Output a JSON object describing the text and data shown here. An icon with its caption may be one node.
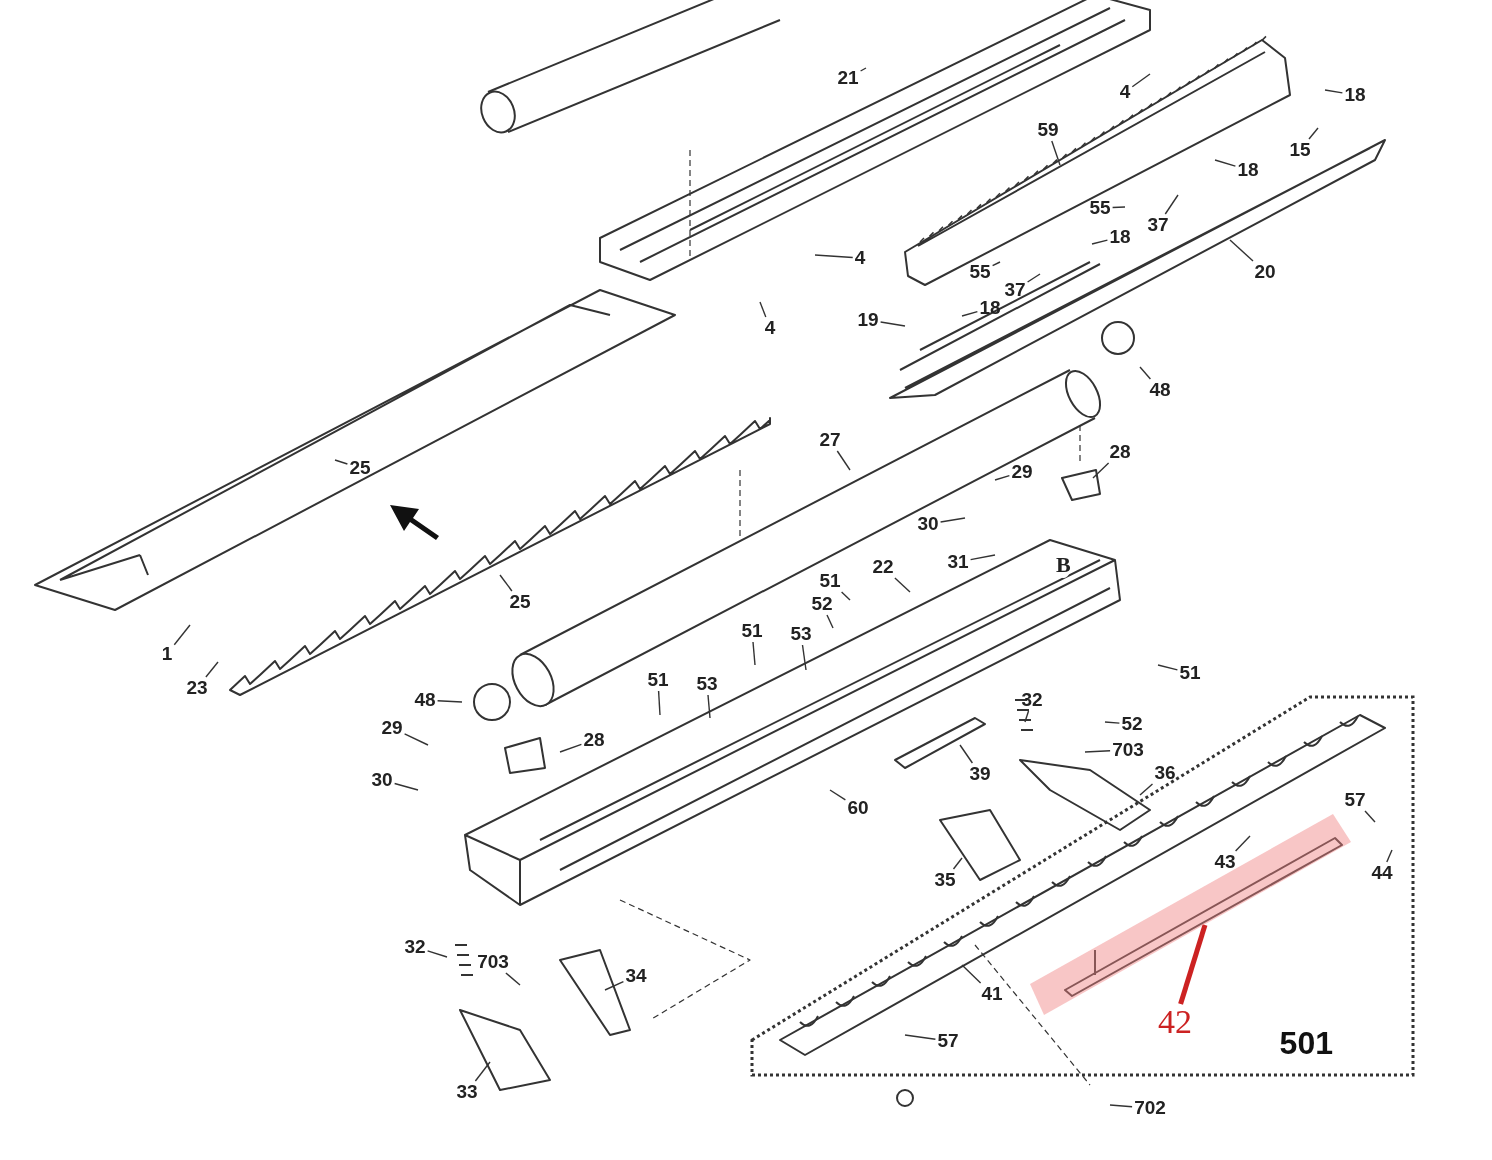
{
  "diagram": {
    "nodes": [
      {
        "text": [
          "21"
        ]
      },
      {
        "text": [
          "4"
        ]
      },
      {
        "text": [
          "18"
        ]
      },
      {
        "text": [
          "59"
        ]
      },
      {
        "text": [
          "15"
        ]
      },
      {
        "text": [
          "18"
        ]
      },
      {
        "text": [
          "55"
        ]
      },
      {
        "text": [
          "37"
        ]
      },
      {
        "text": [
          "18"
        ]
      },
      {
        "text": [
          "4"
        ]
      },
      {
        "text": [
          "55"
        ]
      },
      {
        "text": [
          "37"
        ]
      },
      {
        "text": [
          "20"
        ]
      },
      {
        "text": [
          "4"
        ]
      },
      {
        "text": [
          "19"
        ]
      },
      {
        "text": [
          "18"
        ]
      },
      {
        "text": [
          "48"
        ]
      },
      {
        "text": [
          "25"
        ]
      },
      {
        "text": [
          "27"
        ]
      },
      {
        "text": [
          "28"
        ]
      },
      {
        "text": [
          "29"
        ]
      },
      {
        "text": [
          "25"
        ]
      },
      {
        "text": [
          "30"
        ]
      },
      {
        "text": [
          "31"
        ]
      },
      {
        "text": [
          "22"
        ]
      },
      {
        "text": [
          "51"
        ]
      },
      {
        "text": [
          "52"
        ]
      },
      {
        "text": [
          "51"
        ]
      },
      {
        "text": [
          "53"
        ]
      },
      {
        "text": [
          "51"
        ]
      },
      {
        "text": [
          "1"
        ]
      },
      {
        "text": [
          "23"
        ]
      },
      {
        "text": [
          "48"
        ]
      },
      {
        "text": [
          "51"
        ]
      },
      {
        "text": [
          "53"
        ]
      },
      {
        "text": [
          "28"
        ]
      },
      {
        "text": [
          "32"
        ]
      },
      {
        "text": [
          "52"
        ]
      },
      {
        "text": [
          "703"
        ]
      },
      {
        "text": [
          "29"
        ]
      },
      {
        "text": [
          "36"
        ]
      },
      {
        "text": [
          "39"
        ]
      },
      {
        "text": [
          "30"
        ]
      },
      {
        "text": [
          "60"
        ]
      },
      {
        "text": [
          "35"
        ]
      },
      {
        "text": [
          "501"
        ]
      },
      {
        "text": [
          "57"
        ],
        "in": 45
      },
      {
        "text": [
          "43"
        ],
        "in": 45
      },
      {
        "text": [
          "44"
        ],
        "in": 45
      },
      {
        "text": [
          "41"
        ],
        "in": 45
      },
      {
        "text": [
          "42"
        ],
        "in": 45
      },
      {
        "text": [],
        "shape": "bar",
        "in": 45
      },
      {
        "text": [
          "57"
        ],
        "in": 45
      },
      {
        "text": [
          "32"
        ]
      },
      {
        "text": [
          "703"
        ]
      },
      {
        "text": [
          "34"
        ]
      },
      {
        "text": [
          "33"
        ]
      },
      {
        "text": [
          "702"
        ]
      }
    ],
    "edges": [
      {
        "from": 0,
        "to": null,
        "arrow": "none"
      },
      {
        "from": 1,
        "to": null,
        "arrow": "none"
      },
      {
        "from": 2,
        "to": null,
        "arrow": "none"
      },
      {
        "from": 3,
        "to": null,
        "arrow": "none"
      },
      {
        "from": 4,
        "to": null,
        "arrow": "none"
      },
      {
        "from": 5,
        "to": null,
        "arrow": "none"
      },
      {
        "from": 6,
        "to": null,
        "arrow": "none"
      },
      {
        "from": 7,
        "to": null,
        "arrow": "none"
      },
      {
        "from": 8,
        "to": null,
        "arrow": "none"
      },
      {
        "from": 9,
        "to": null,
        "arrow": "none"
      },
      {
        "from": 10,
        "to": null,
        "arrow": "none"
      },
      {
        "from": 11,
        "to": null,
        "arrow": "none"
      },
      {
        "from": 12,
        "to": null,
        "arrow": "none"
      },
      {
        "from": 13,
        "to": null,
        "arrow": "none"
      },
      {
        "from": 14,
        "to": null,
        "arrow": "none"
      },
      {
        "from": 15,
        "to": null,
        "arrow": "none"
      },
      {
        "from": 16,
        "to": null,
        "arrow": "none"
      },
      {
        "from": 17,
        "to": null,
        "arrow": "none"
      },
      {
        "from": 18,
        "to": null,
        "arrow": "none"
      },
      {
        "from": 19,
        "to": null,
        "arrow": "none"
      },
      {
        "from": 20,
        "to": null,
        "arrow": "none"
      },
      {
        "from": 21,
        "to": null,
        "arrow": "none"
      },
      {
        "from": 22,
        "to": null,
        "arrow": "none"
      },
      {
        "from": 23,
        "to": null,
        "arrow": "none"
      },
      {
        "from": 24,
        "to": null,
        "arrow": "none"
      },
      {
        "from": 25,
        "to": null,
        "arrow": "none"
      },
      {
        "from": 26,
        "to": null,
        "arrow": "none"
      },
      {
        "from": 27,
        "to": null,
        "arrow": "none"
      },
      {
        "from": 28,
        "to": null,
        "arrow": "none"
      },
      {
        "from": 29,
        "to": null,
        "arrow": "none"
      },
      {
        "from": 30,
        "to": null,
        "arrow": "none"
      },
      {
        "from": 31,
        "to": null,
        "arrow": "none"
      },
      {
        "from": 32,
        "to": null,
        "arrow": "none"
      },
      {
        "from": 33,
        "to": null,
        "arrow": "none"
      },
      {
        "from": 34,
        "to": null,
        "arrow": "none"
      },
      {
        "from": 35,
        "to": null,
        "arrow": "none"
      },
      {
        "from": 36,
        "to": null,
        "arrow": "none"
      },
      {
        "from": 37,
        "to": null,
        "arrow": "none"
      },
      {
        "from": 38,
        "to": null,
        "arrow": "none"
      },
      {
        "from": 39,
        "to": null,
        "arrow": "none"
      },
      {
        "from": 40,
        "to": null,
        "arrow": "none"
      },
      {
        "from": 41,
        "to": null,
        "arrow": "none"
      },
      {
        "from": 42,
        "to": null,
        "arrow": "none"
      },
      {
        "from": 43,
        "to": null,
        "arrow": "none"
      },
      {
        "from": 44,
        "to": null,
        "arrow": "none"
      },
      {
        "from": 46,
        "to": null,
        "arrow": "none"
      },
      {
        "from": 47,
        "to": null,
        "arrow": "none"
      },
      {
        "from": 48,
        "to": null,
        "arrow": "none"
      },
      {
        "from": 49,
        "to": null,
        "arrow": "none"
      },
      {
        "from": 50,
        "to": 51,
        "arrow": "none",
        "style": "thick",
        "color": "#cc2222"
      },
      {
        "from": 52,
        "to": null,
        "arrow": "none"
      },
      {
        "from": 53,
        "to": null,
        "arrow": "none"
      },
      {
        "from": 54,
        "to": null,
        "arrow": "none"
      },
      {
        "from": 55,
        "to": null,
        "arrow": "none"
      },
      {
        "from": 56,
        "to": null,
        "arrow": "none"
      },
      {
        "from": 57,
        "to": null,
        "arrow": "none"
      }
    ],
    "labels": [
      "B"
    ]
  }
}
